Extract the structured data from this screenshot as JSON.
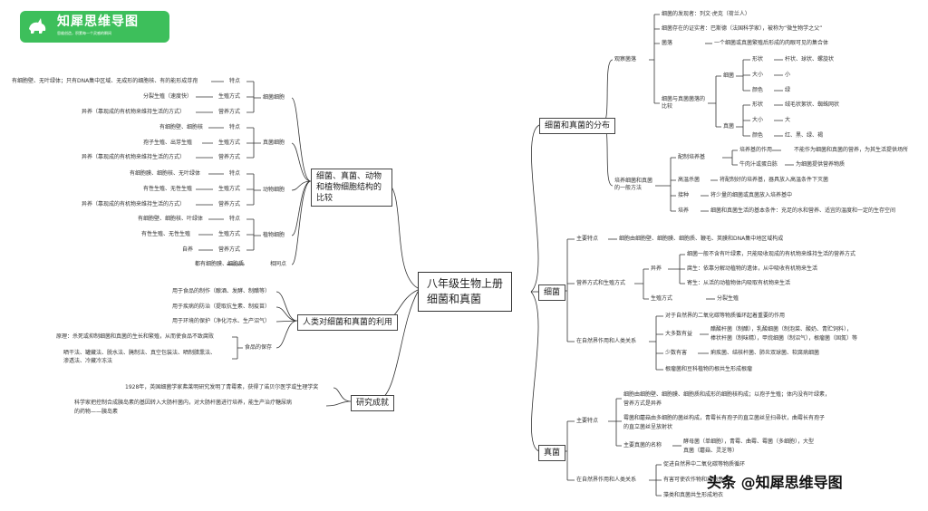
{
  "logo": {
    "title": "知犀思维导图",
    "subtitle": "思维创造，积累每一个灵感的瞬间",
    "icon": "rhino-icon"
  },
  "root": {
    "line1": "八年级生物上册",
    "line2": "细菌和真菌"
  },
  "distribution": {
    "label": "细菌和真菌的分布",
    "observe": {
      "label": "观察菌落",
      "discoverer": "细菌的发现者：列文·虎克（荷兰人）",
      "proof": "细菌存在的证实者：巴斯德（法国科学家），被称为“微生物学之父”",
      "colony_key": "菌落",
      "colony_text": "一个细菌或真菌繁殖后形成的肉眼可见的集合体",
      "compare_label": "细菌与真菌菌落的比较",
      "bacteria": {
        "label": "细菌",
        "rows": [
          {
            "k": "形状",
            "v": "杆状、球状、螺旋状"
          },
          {
            "k": "大小",
            "v": "小"
          },
          {
            "k": "颜色",
            "v": "绿"
          }
        ]
      },
      "fungi": {
        "label": "真菌",
        "rows": [
          {
            "k": "形状",
            "v": "绒毛状絮状、蜘蛛网状"
          },
          {
            "k": "大小",
            "v": "大"
          },
          {
            "k": "颜色",
            "v": "红、黑、绿、褐"
          }
        ]
      }
    },
    "culture": {
      "label": "培养细菌和真菌的一般方法",
      "medium": {
        "label": "配制培养基",
        "r1k": "培养基的作用",
        "r1v": "不能作为细菌和真菌的营养，为其生活提供场所",
        "r2k": "牛肉汁或蛋白胨",
        "r2v": "为细菌提供营养物质"
      },
      "sterilize": {
        "k": "高温杀菌",
        "v": "将配制好的培养基，器具放入高温条件下灭菌"
      },
      "inoculate": {
        "k": "接种",
        "v": "将少量的细菌或真菌放入培养基中"
      },
      "incubate": {
        "k": "培养",
        "v": "细菌和真菌生活的基本条件：充足的水和营养、适宜的温度和一定的生存空间"
      }
    }
  },
  "bacteria": {
    "label": "细菌",
    "features": {
      "label": "主要特点",
      "text": "细胞由细胞壁、细胞膜、细胞质、鞭毛、荚膜和DNA集中地区域构成"
    },
    "nutrition": {
      "label": "营养方式和生殖方式",
      "hetero": "异养",
      "hetero_text": "细菌一般不含有叶绿素，只能吸收现成的有机物来维持生活的营养方式",
      "sapro": "腐生：依靠分解动植物的遗体，从中吸收有机物来生活",
      "parasite": "寄生：从活的动植物体内吸取有机物来生活",
      "repro_k": "生殖方式",
      "repro_v": "分裂生殖"
    },
    "role": {
      "label": "在自然界作用和人类关系",
      "r1": "对于自然界的二氧化碳等物质循环起着重要的作用",
      "r2k": "大多数有益",
      "r2v1": "醋酸杆菌（制醋），乳酸细菌（制泡菜、酸奶、青贮饲料），",
      "r2v2": "棒状杆菌（制味精），甲烷细菌（制沼气），根瘤菌（固氮）等",
      "r3k": "少数有害",
      "r3v": "痢疾菌、结核杆菌、肺炎双球菌、软腐病细菌",
      "r4": "根瘤菌和豆科植物的根共生形成根瘤"
    }
  },
  "fungi": {
    "label": "真菌",
    "features": {
      "label": "主要特点",
      "t1": "细胞由细胞壁、细胞膜、细胞质和成形的细胞核构成；以孢子生殖；体内没有叶绿素，",
      "t1b": "营养方式是异养",
      "t2": "霉菌和蘑菇由多细胞的菌丝构成，青霉长有孢子的直立菌丝呈扫帚状，曲霉长有孢子",
      "t2b": "的直立菌丝呈放射状",
      "t3k": "主要真菌的名称",
      "t3v1": "酵母菌（单细胞），青霉、曲霉、霉菌（多细胞），大型",
      "t3v2": "真菌（蘑菇、灵芝等）"
    },
    "role": {
      "label": "在自然界作用和人类关系",
      "r1": "促进自然界中二氧化碳等物质循环",
      "r2": "有害可使农作物和动物患病",
      "r3": "藻类和真菌共生形成地衣"
    }
  },
  "comparison": {
    "label": "细菌、真菌、动物和植物细胞结构的比较",
    "groups": [
      {
        "name": "细菌细胞",
        "items": [
          {
            "k": "特点",
            "v": "有细胞壁、无叶绿体；只有DNA集中区域、无成形的细胞核、有的能形成芽孢"
          },
          {
            "k": "生殖方式",
            "v": "分裂生殖（速度快）"
          },
          {
            "k": "营养方式",
            "v": "异养（靠现成的有机物来维持生活的方式）"
          }
        ]
      },
      {
        "name": "真菌细胞",
        "items": [
          {
            "k": "特点",
            "v": "有细胞壁、细胞核"
          },
          {
            "k": "生殖方式",
            "v": "孢子生殖、出芽生殖"
          },
          {
            "k": "营养方式",
            "v": "异养（靠现成的有机物来维持生活的方式）"
          }
        ]
      },
      {
        "name": "动物细胞",
        "items": [
          {
            "k": "特点",
            "v": "有细胞膜、细胞核、无叶绿体"
          },
          {
            "k": "生殖方式",
            "v": "有性生殖、无性生殖"
          },
          {
            "k": "营养方式",
            "v": "异养（靠现成的有机物来维持生活的方式）"
          }
        ]
      },
      {
        "name": "植物细胞",
        "items": [
          {
            "k": "特点",
            "v": "有细胞壁、细胞核、叶绿体"
          },
          {
            "k": "生殖方式",
            "v": "有性生殖、无性生殖"
          },
          {
            "k": "营养方式",
            "v": "自养"
          }
        ]
      }
    ],
    "common_k": "相同点",
    "common_v": "都有细胞膜、细胞质"
  },
  "usage": {
    "label": "人类对细菌和真菌的利用",
    "u1": "用于食品的制作（酿酒、发酵、制醋等）",
    "u2": "用于疾病的防治（提取抗生素、制疫苗）",
    "u3": "用于环境的保护（净化污水、生产沼气）",
    "storage_k": "食品的保存",
    "storage_v1": "原理：杀死或抑制细菌和真菌的生长和繁殖，从而使食品不致腐败",
    "storage_v2": "晒干法、罐藏法、脱水法、腌制法、真空包装法、晒制腊熏法、",
    "storage_v3": "渗透法、冷藏冷冻法"
  },
  "research": {
    "label": "研究成就",
    "r1": "1928年，英国细菌学家弗莱明研究发明了青霉素，获得了诺贝尔医学或生理学奖",
    "r2a": "科学家把控制合成胰岛素的基因转入大肠杆菌内，对大肠杆菌进行培养，能生产治疗糖尿病",
    "r2b": "的药物——胰岛素"
  },
  "watermark": "头条 @知犀思维导图",
  "colors": {
    "line": "#333333",
    "accent": "#3dbf5b"
  }
}
